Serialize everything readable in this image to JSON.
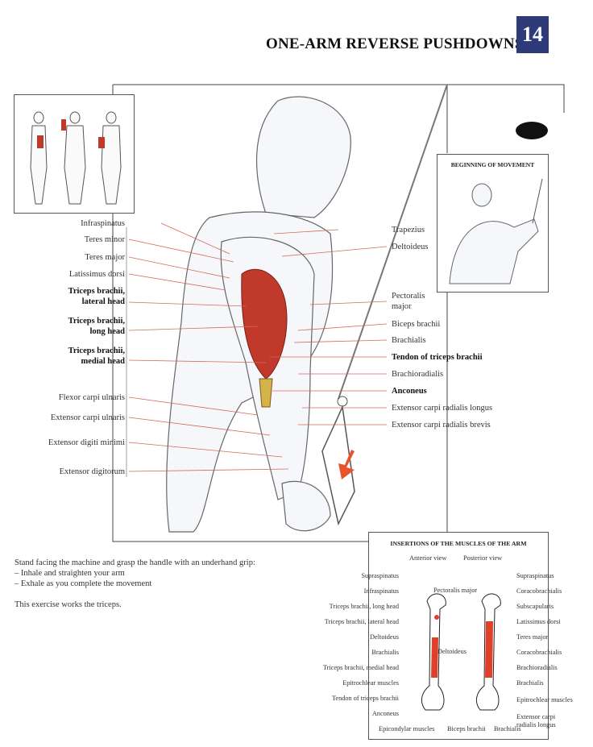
{
  "header": {
    "title": "ONE-ARM REVERSE PUSHDOWNS",
    "page_number": "14"
  },
  "inset": {
    "title": "BEGINNING OF MOVEMENT"
  },
  "labels_left": [
    {
      "text": "Infraspinatus",
      "bold": false
    },
    {
      "text": "Teres minor",
      "bold": false
    },
    {
      "text": "Teres major",
      "bold": false
    },
    {
      "text": "Latissimus dorsi",
      "bold": false
    },
    {
      "text": "Triceps brachii,\nlateral head",
      "bold": true
    },
    {
      "text": "Triceps brachii,\nlong head",
      "bold": true
    },
    {
      "text": "Triceps brachii,\nmedial head",
      "bold": true
    },
    {
      "text": "Flexor carpi ulnaris",
      "bold": false
    },
    {
      "text": "Extensor carpi ulnaris",
      "bold": false
    },
    {
      "text": "Extensor digiti minimi",
      "bold": false
    },
    {
      "text": "Extensor digitorum",
      "bold": false
    }
  ],
  "labels_right": [
    {
      "text": "Trapezius",
      "bold": false
    },
    {
      "text": "Deltoideus",
      "bold": false
    },
    {
      "text": "Pectoralis\nmajor",
      "bold": false
    },
    {
      "text": "Biceps brachii",
      "bold": false
    },
    {
      "text": "Brachialis",
      "bold": false
    },
    {
      "text": "Tendon of triceps brachii",
      "bold": true
    },
    {
      "text": "Brachioradialis",
      "bold": false
    },
    {
      "text": "Anconeus",
      "bold": true
    },
    {
      "text": "Extensor carpi radialis longus",
      "bold": false
    },
    {
      "text": "Extensor carpi radialis brevis",
      "bold": false
    }
  ],
  "instructions": {
    "intro": "Stand facing the machine and grasp the handle with an underhand grip:",
    "step1": "– Inhale and straighten your arm",
    "step2": "– Exhale as you complete the movement",
    "summary": "This exercise works the triceps."
  },
  "insertions": {
    "title": "INSERTIONS OF THE MUSCLES OF THE ARM",
    "anterior": "Anterior view",
    "posterior": "Posterior view",
    "left": [
      "Supraspinatus",
      "Infraspinatus",
      "Triceps brachii, long head",
      "Triceps brachii, lateral head",
      "Deltoideus",
      "Brachialis",
      "Triceps brachii, medial head",
      "Epitrochlear muscles",
      "Tendon of triceps brachii",
      "Anconeus"
    ],
    "right": [
      "Supraspinatus",
      "Coracobrachialis",
      "Subscapularis",
      "Latissimus dorsi",
      "Teres major",
      "Coracobrachialis",
      "Brachioradialis",
      "Brachialis",
      "Epitrochlear muscles",
      "Extensor carpi\nradialis longus"
    ],
    "center_top": "Pectoralis major",
    "center_mid": "Deltoideus",
    "bottom": [
      "Epicondylar muscles",
      "Biceps brachii",
      "Brachialis"
    ]
  },
  "colors": {
    "accent": "#2e3b78",
    "muscle": "#c0392b",
    "arrow": "#e8542a"
  }
}
